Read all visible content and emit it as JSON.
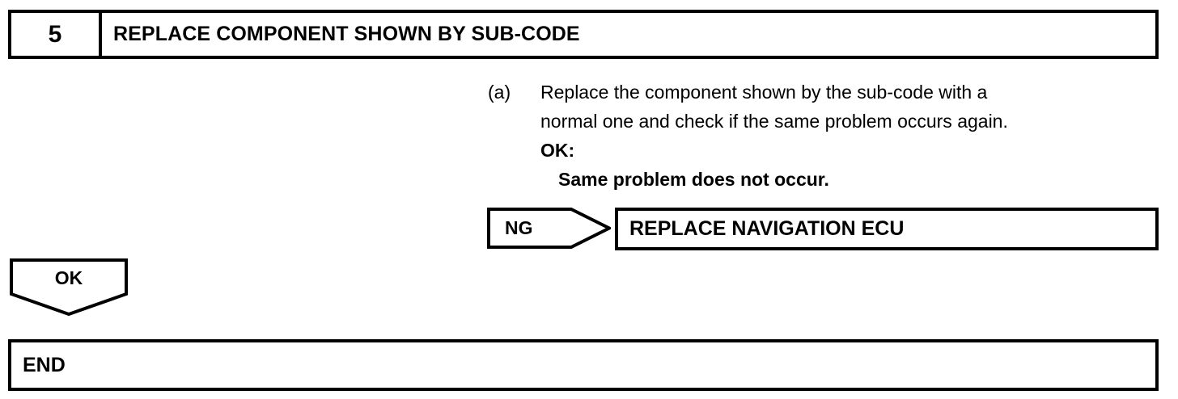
{
  "step": {
    "number": "5",
    "title": "REPLACE COMPONENT SHOWN BY SUB-CODE"
  },
  "procedure": {
    "marker": "(a)",
    "lines": [
      "Replace the component shown by the sub-code with a",
      "normal one and check if the same problem occurs again."
    ],
    "result_label": "OK:",
    "result_text": "Same problem does not occur."
  },
  "branches": {
    "ng_label": "NG",
    "ng_target": "REPLACE NAVIGATION ECU",
    "ok_label": "OK",
    "ok_target": "END"
  },
  "colors": {
    "ink": "#000000",
    "paper": "#ffffff"
  }
}
